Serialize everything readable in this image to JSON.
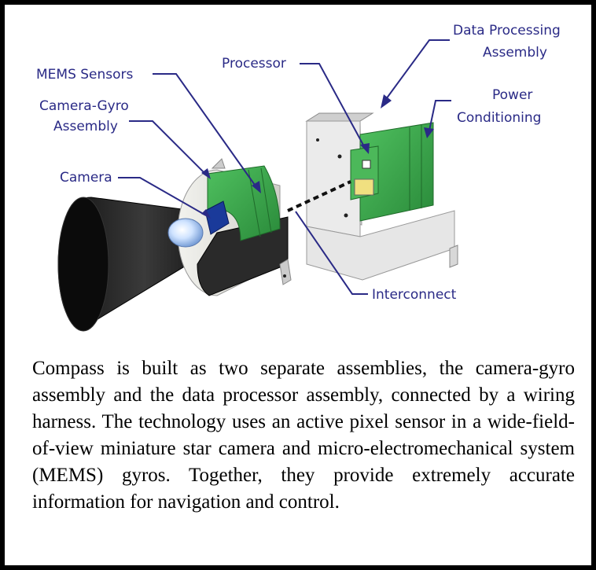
{
  "labels": {
    "data_processing_1": "Data Processing",
    "data_processing_2": "Assembly",
    "processor": "Processor",
    "mems_sensors": "MEMS Sensors",
    "power_1": "Power",
    "power_2": "Conditioning",
    "camera_gyro_1": "Camera-Gyro",
    "camera_gyro_2": "Assembly",
    "camera": "Camera",
    "interconnect": "Interconnect"
  },
  "caption": "Compass is built as two separate assemblies, the camera-gyro assembly and the data processor assembly, connected by a wiring harness.  The technology uses an active pixel sensor in a wide-field-of-view miniature star camera and micro-electromechanical system (MEMS) gyros. Together, they provide extremely accurate information for navigation and control.",
  "colors": {
    "label_text": "#2a2a86",
    "leader_line": "#2a2a86",
    "board_green": "#3aa64a",
    "housing_grey": "#e6e6e6",
    "lens_blue": "#1a3a9a"
  }
}
